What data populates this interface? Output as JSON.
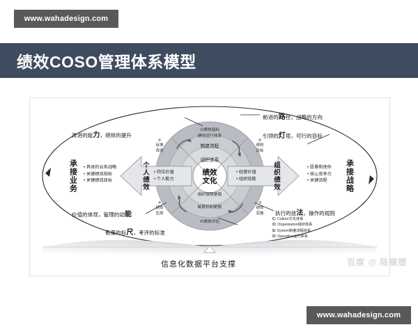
{
  "watermark": {
    "top_url": "www.wahadesign.com",
    "bottom_url": "www.wahadesign.com",
    "overlay": "百度 @ 陆模塑"
  },
  "title": "绩效COSO管理体系模型",
  "diagram": {
    "left_pillar": "承接业务",
    "right_pillar": "承接战略",
    "left_arrow": {
      "label": "个人绩效",
      "bullets": [
        "岗位价值",
        "个人能力"
      ]
    },
    "right_arrow": {
      "label": "组织绩效",
      "bullets": [
        "经营价值",
        "组织效能"
      ]
    },
    "left_bullets": [
      "具体的业务战略",
      "关键绩效指标",
      "关键绩效目标"
    ],
    "right_bullets": [
      "愿景和使命",
      "核心竞争力",
      "关键流程"
    ],
    "callouts": {
      "top_left": {
        "prefix": "改进的能",
        "accent": "力",
        "suffix": "，绩效的提升"
      },
      "top_right": {
        "prefix": "前进的",
        "accent": "路",
        "suffix": "径，战略的方向"
      },
      "right_upper": {
        "prefix": "引领的",
        "accent": "灯",
        "suffix": "塔，可行的目标"
      },
      "bottom_left": {
        "prefix": "价值的体现，管理的动",
        "accent": "能",
        "suffix": ""
      },
      "bottom_left2": {
        "prefix": "衡量的标",
        "accent": "尺",
        "suffix": "，考评的标准"
      },
      "bottom_right": {
        "prefix": "执行的技",
        "accent": "法",
        "suffix": "，操作的规则"
      }
    },
    "rings": {
      "core": "绩效\n文化",
      "core_line1": "绩效",
      "core_line2": "文化",
      "ring2_top": "组织体系",
      "ring2_bottom": "组织保障是瓶",
      "ring3_top": "制度流程",
      "ring3_bottom": "制度机制是刚",
      "ring4_top_num": "①绩效指标",
      "ring4_top": "绩效运行体系",
      "ring4_bottom": "⑥绩效评估"
    },
    "quadrants": [
      {
        "num": "②",
        "label": "绩效\n目标",
        "line1": "绩效",
        "line2": "目标"
      },
      {
        "num": "③",
        "label": "绩效\n实施",
        "line1": "绩效",
        "line2": "实施"
      },
      {
        "num": "④",
        "label": "反馈\n改进",
        "line1": "反馈",
        "line2": "改进"
      },
      {
        "num": "⑤",
        "label": "绩效\n应用",
        "line1": "绩效",
        "line2": "应用"
      }
    ],
    "legend": [
      {
        "key": "C:",
        "term": "Culture",
        "cn": "文化体系"
      },
      {
        "key": "O:",
        "term": "Organization",
        "cn": "组织体系"
      },
      {
        "key": "S:",
        "term": "System",
        "cn": "制度流程体系"
      },
      {
        "key": "O:",
        "term": "Operation",
        "cn": "运行体系"
      }
    ],
    "base_label": "信息化数据平台支撑"
  },
  "colors": {
    "title_band": "#3f4b5e",
    "chip": "#595959",
    "ring_dark": "#b8bcc2",
    "ring_mid": "#c9ccd1",
    "ring_light": "#dcdee1",
    "ring_core": "#ffffff"
  }
}
